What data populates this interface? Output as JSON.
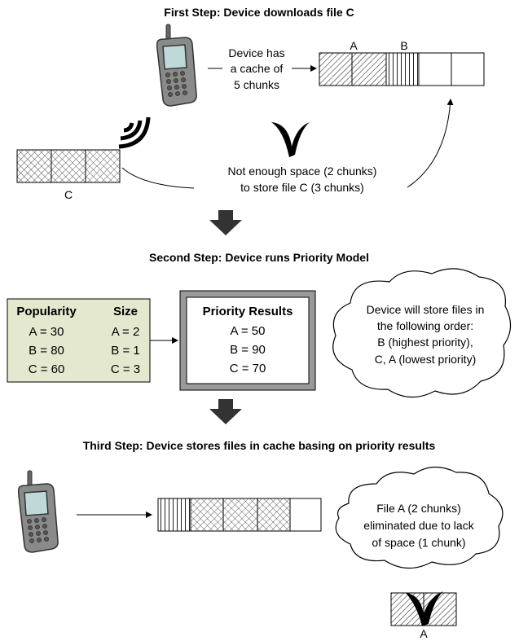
{
  "step1": {
    "title": "First Step: Device downloads file C",
    "cache_note": [
      "Device has",
      "a cache of",
      "5 chunks"
    ],
    "label_a": "A",
    "label_b": "B",
    "label_c": "C",
    "warning": [
      "Not enough space (2 chunks)",
      "to store file C (3 chunks)"
    ]
  },
  "step2": {
    "title": "Second Step: Device runs Priority Model",
    "popularity_header": "Popularity",
    "size_header": "Size",
    "popularity_values": [
      "A = 30",
      "B = 80",
      "C = 60"
    ],
    "size_values": [
      "A = 2",
      "B = 1",
      "C = 3"
    ],
    "results_header": "Priority Results",
    "results_values": [
      "A = 50",
      "B = 90",
      "C = 70"
    ],
    "cloud_text": [
      "Device will store files in",
      "the following order:",
      "B (highest priority),",
      "C, A (lowest priority)"
    ]
  },
  "step3": {
    "title": "Third Step: Device stores files in cache basing on priority results",
    "cloud_text": [
      "File A (2 chunks)",
      "eliminated due to lack",
      "of space (1 chunk)"
    ],
    "label_a": "A"
  },
  "colors": {
    "panel_fill": "#e3e8cf",
    "arrow_dark": "#333333",
    "phone_body": "#8a8a8a",
    "phone_screen": "#bfd8d8"
  }
}
